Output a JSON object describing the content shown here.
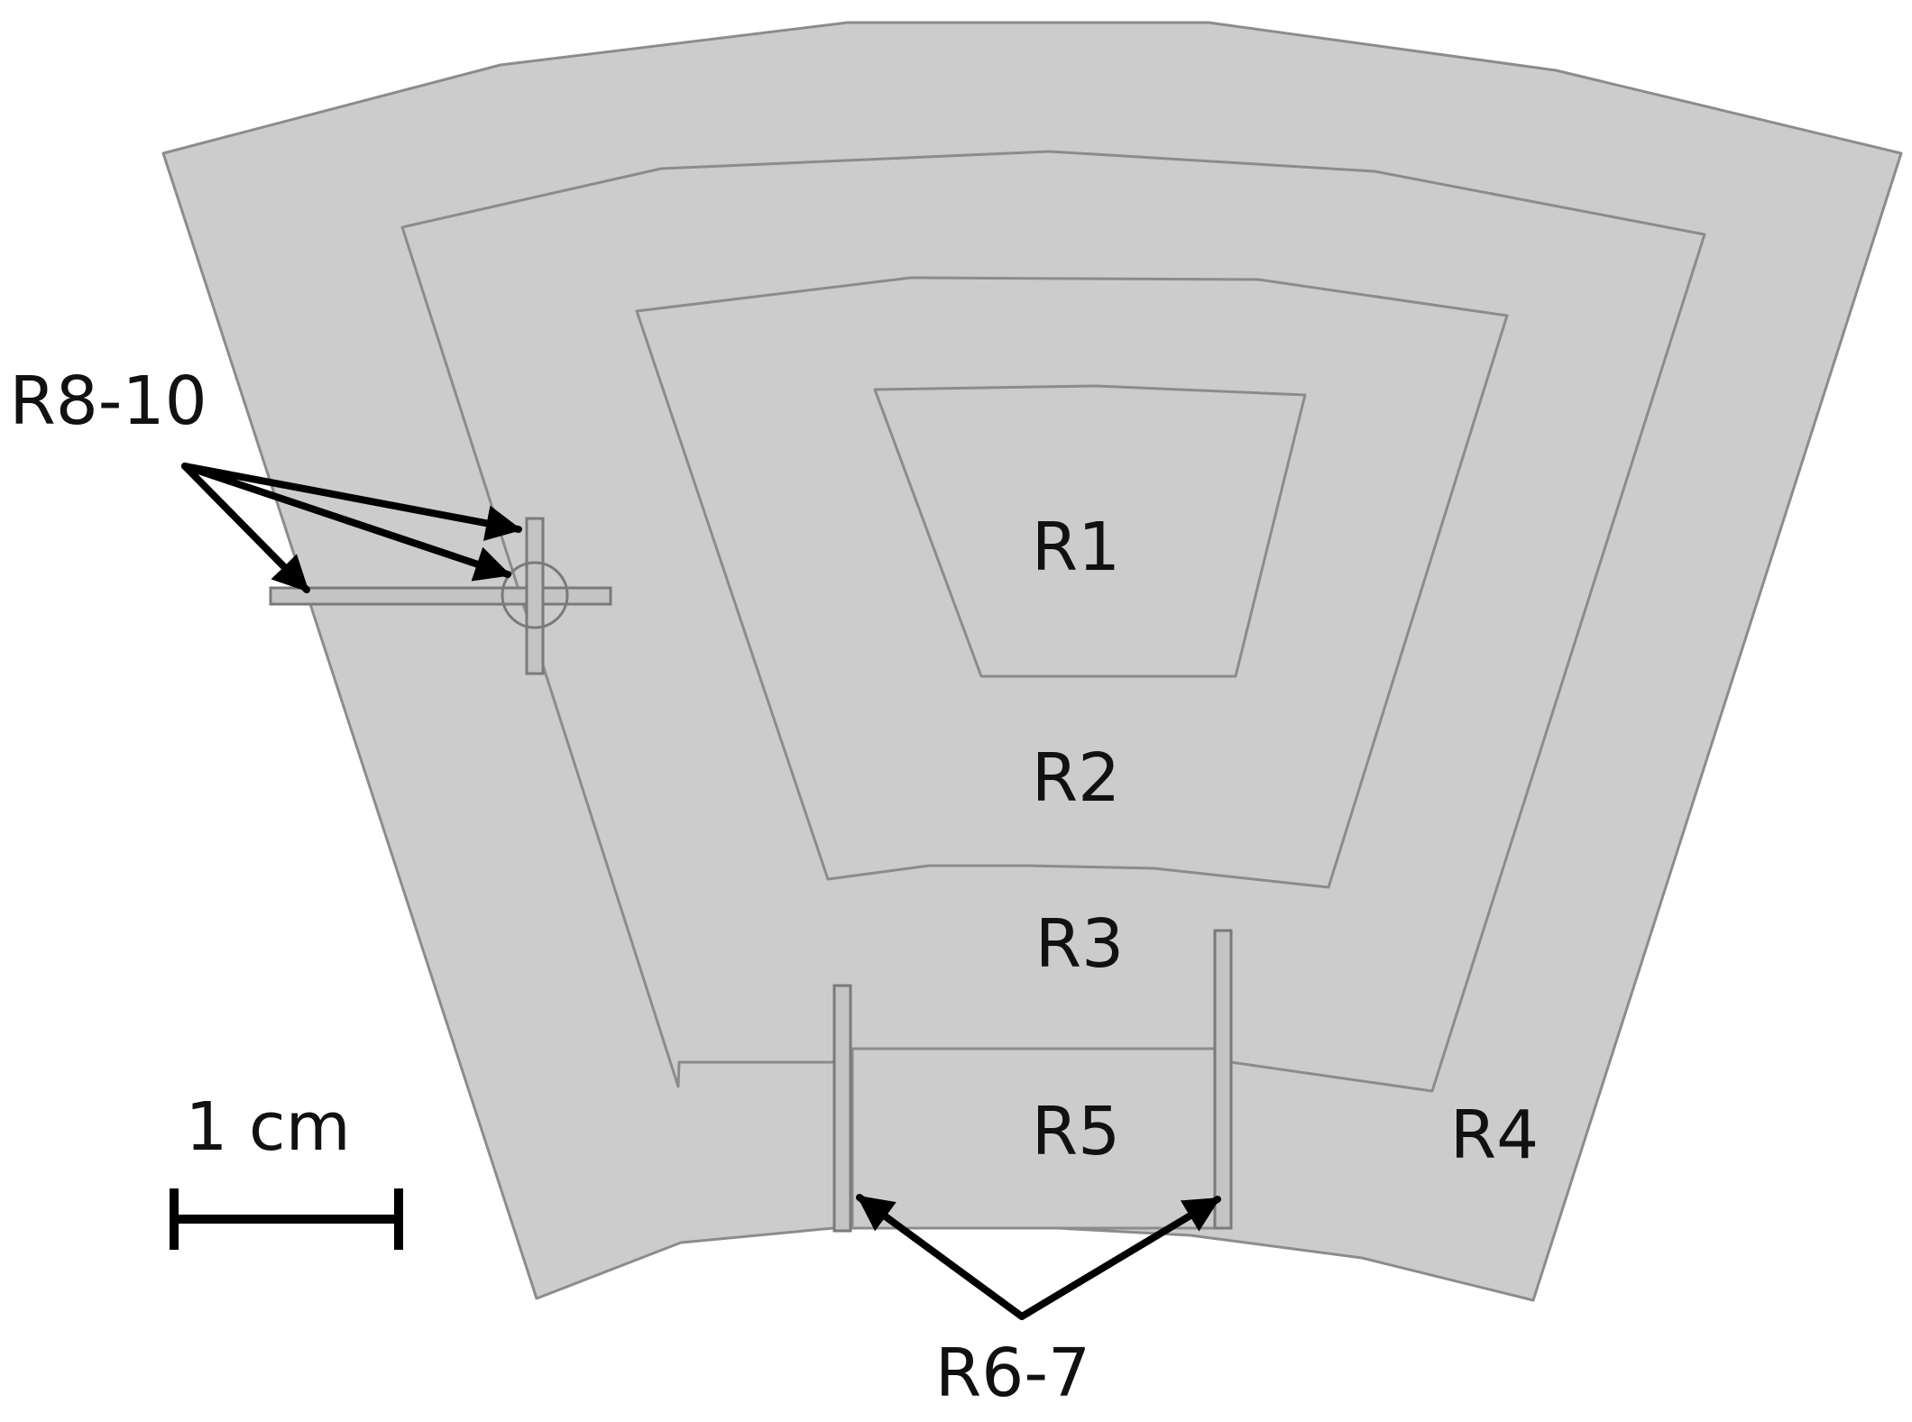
{
  "colors": {
    "fill": "#cccccc",
    "outline": "#8c8c8c",
    "insert_fill": "#c4c4c4",
    "text": "#111111",
    "arrow": "#000000",
    "background": "#ffffff"
  },
  "regions": {
    "r1": "R1",
    "r2": "R2",
    "r3": "R3",
    "r4": "R4",
    "r5": "R5"
  },
  "callouts": {
    "r8_10": "R8-10",
    "r6_7": "R6-7"
  },
  "scale": {
    "label": "1 cm"
  }
}
